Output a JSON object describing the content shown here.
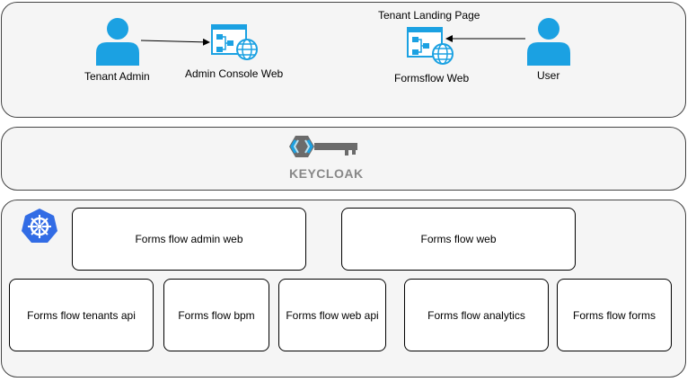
{
  "top": {
    "tenant_admin": "Tenant Admin",
    "admin_console_web": "Admin Console Web",
    "tenant_landing_page": "Tenant Landing Page",
    "formsflow_web": "Formsflow Web",
    "user": "User"
  },
  "auth": {
    "logo_text": "KEYCLOAK"
  },
  "cluster": {
    "admin_web": "Forms flow admin web",
    "web": "Forms flow web",
    "tenants_api": "Forms flow tenants api",
    "bpm": "Forms flow bpm",
    "web_api": "Forms flow web api",
    "analytics": "Forms flow analytics",
    "forms": "Forms flow forms"
  },
  "colors": {
    "person_icon": "#1ba1e2",
    "kubernetes": "#326ce5",
    "panel_fill": "#f5f5f5"
  },
  "icons": [
    "person-icon",
    "web-app-icon",
    "keycloak-logo",
    "kubernetes-icon"
  ]
}
